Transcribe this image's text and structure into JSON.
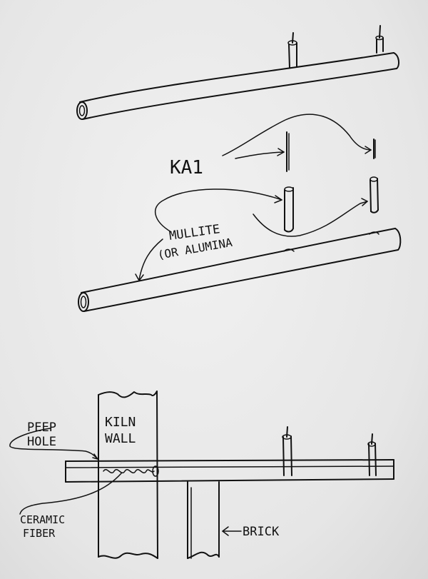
{
  "labels": {
    "ka1": "KA1",
    "mullite": "MULLITE",
    "or_alumina": "(OR ALUMINA",
    "peep": "PEEP",
    "hole": "HOLE",
    "kiln": "KILN",
    "wall": "WALL",
    "ceramic": "CERAMIC",
    "fiber": "FIBER",
    "brick": "BRICK"
  },
  "colors": {
    "ink": "#111111",
    "paper": "#eaeaea"
  }
}
